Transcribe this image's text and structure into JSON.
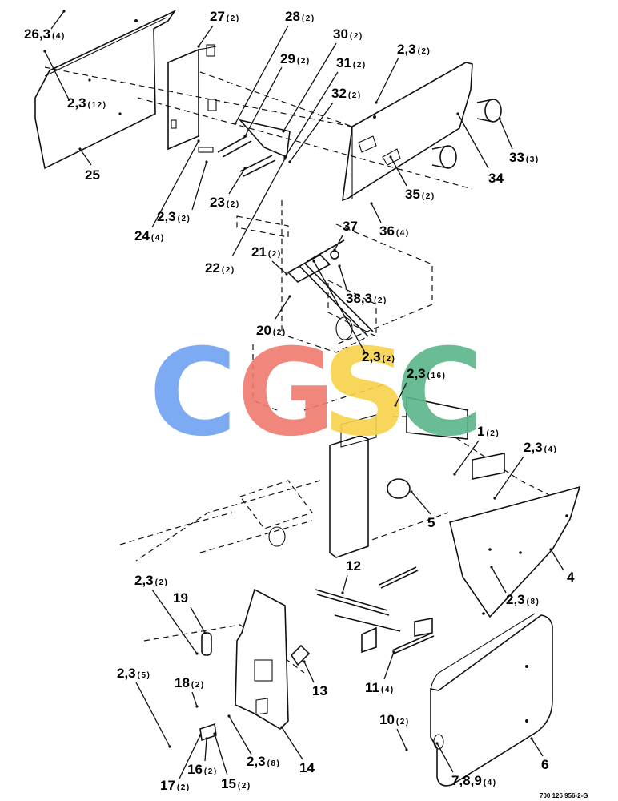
{
  "diagram": {
    "callouts": [
      {
        "id": "c-26-3",
        "num": "26,3",
        "qty": "(4)"
      },
      {
        "id": "c-27",
        "num": "27",
        "qty": "(2)"
      },
      {
        "id": "c-28",
        "num": "28",
        "qty": "(2)"
      },
      {
        "id": "c-30",
        "num": "30",
        "qty": "(2)"
      },
      {
        "id": "c-29",
        "num": "29",
        "qty": "(2)"
      },
      {
        "id": "c-31",
        "num": "31",
        "qty": "(2)"
      },
      {
        "id": "c-2-3-a",
        "num": "2,3",
        "qty": "(2)"
      },
      {
        "id": "c-32",
        "num": "32",
        "qty": "(2)"
      },
      {
        "id": "c-2-3-12",
        "num": "2,3",
        "qty": "(12)"
      },
      {
        "id": "c-25",
        "num": "25",
        "qty": ""
      },
      {
        "id": "c-33",
        "num": "33",
        "qty": "(3)"
      },
      {
        "id": "c-34",
        "num": "34",
        "qty": ""
      },
      {
        "id": "c-35",
        "num": "35",
        "qty": "(2)"
      },
      {
        "id": "c-23",
        "num": "23",
        "qty": "(2)"
      },
      {
        "id": "c-2-3-b",
        "num": "2,3",
        "qty": "(2)"
      },
      {
        "id": "c-24",
        "num": "24",
        "qty": "(4)"
      },
      {
        "id": "c-36",
        "num": "36",
        "qty": "(4)"
      },
      {
        "id": "c-37",
        "num": "37",
        "qty": ""
      },
      {
        "id": "c-22",
        "num": "22",
        "qty": "(2)"
      },
      {
        "id": "c-21",
        "num": "21",
        "qty": "(2)"
      },
      {
        "id": "c-38-3",
        "num": "38,3",
        "qty": "(2)"
      },
      {
        "id": "c-20",
        "num": "20",
        "qty": "(2)"
      },
      {
        "id": "c-2-3-c",
        "num": "2,3",
        "qty": "(2)"
      },
      {
        "id": "c-2-3-16",
        "num": "2,3",
        "qty": "(16)"
      },
      {
        "id": "c-1",
        "num": "1",
        "qty": "(2)"
      },
      {
        "id": "c-2-3-4",
        "num": "2,3",
        "qty": "(4)"
      },
      {
        "id": "c-5",
        "num": "5",
        "qty": ""
      },
      {
        "id": "c-4",
        "num": "4",
        "qty": ""
      },
      {
        "id": "c-12",
        "num": "12",
        "qty": ""
      },
      {
        "id": "c-2-3-d",
        "num": "2,3",
        "qty": "(2)"
      },
      {
        "id": "c-2-3-8a",
        "num": "2,3",
        "qty": "(8)"
      },
      {
        "id": "c-19",
        "num": "19",
        "qty": ""
      },
      {
        "id": "c-2-3-5",
        "num": "2,3",
        "qty": "(5)"
      },
      {
        "id": "c-13",
        "num": "13",
        "qty": ""
      },
      {
        "id": "c-18",
        "num": "18",
        "qty": "(2)"
      },
      {
        "id": "c-11",
        "num": "11",
        "qty": "(4)"
      },
      {
        "id": "c-10",
        "num": "10",
        "qty": "(2)"
      },
      {
        "id": "c-2-3-8b",
        "num": "2,3",
        "qty": "(8)"
      },
      {
        "id": "c-14",
        "num": "14",
        "qty": ""
      },
      {
        "id": "c-16",
        "num": "16",
        "qty": "(2)"
      },
      {
        "id": "c-6",
        "num": "6",
        "qty": ""
      },
      {
        "id": "c-17",
        "num": "17",
        "qty": "(2)"
      },
      {
        "id": "c-15",
        "num": "15",
        "qty": "(2)"
      },
      {
        "id": "c-7-8-9",
        "num": "7,8,9",
        "qty": "(4)"
      }
    ],
    "doc_number": "700 126 956-2-G",
    "watermark": {
      "letters": [
        "C",
        "G",
        "S",
        "C"
      ],
      "colors": [
        "#6fa3f2",
        "#f07a6f",
        "#f7d24a",
        "#5ab58a"
      ]
    }
  }
}
